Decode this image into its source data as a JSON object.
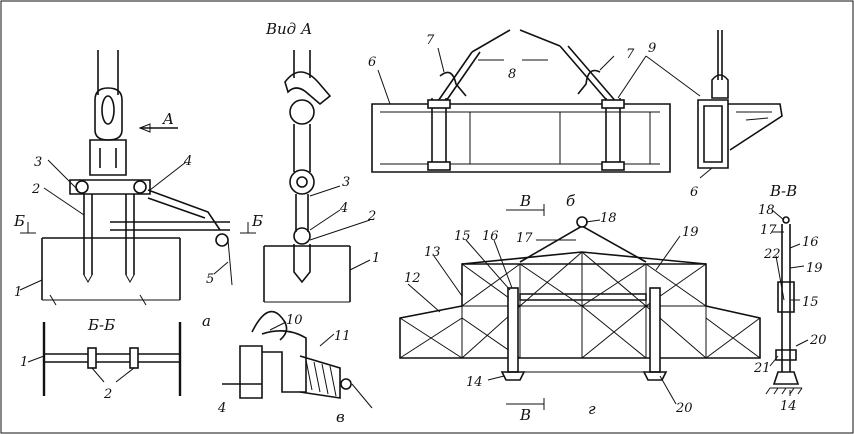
{
  "labels": {
    "vid_a": "Вид А",
    "arrow_a": "A",
    "sec_bb_title": "Б-Б",
    "sec_b_left": "Б",
    "sec_b_right": "Б",
    "sec_vv_title": "В-В",
    "sec_v_top": "В",
    "sec_v_bottom": "В",
    "fig_a": "а",
    "fig_b": "б",
    "fig_v": "в",
    "fig_g": "г"
  },
  "numbers": {
    "n1": "1",
    "n2": "2",
    "n3": "3",
    "n4": "4",
    "n5": "5",
    "n6": "6",
    "n7": "7",
    "n8": "8",
    "n9": "9",
    "n10": "10",
    "n11": "11",
    "n12": "12",
    "n13": "13",
    "n14": "14",
    "n15": "15",
    "n16": "16",
    "n17": "17",
    "n18": "18",
    "n19": "19",
    "n20": "20",
    "n21": "21",
    "n22": "22"
  }
}
